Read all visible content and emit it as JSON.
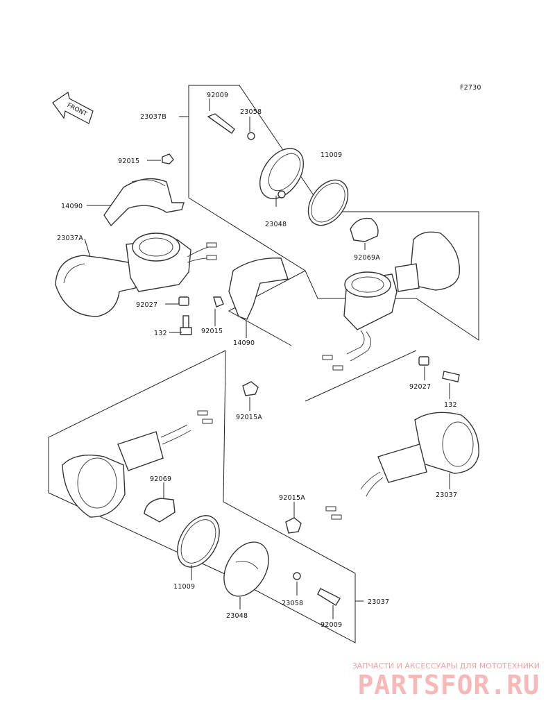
{
  "figure_code": "F2730",
  "front_label": "FRONT",
  "labels": {
    "l_92009_top": "92009",
    "l_23058_top": "23058",
    "l_23037B": "23037B",
    "l_11009_top": "11009",
    "l_92015_top": "92015",
    "l_14090_left": "14090",
    "l_23037A": "23037A",
    "l_23048_top": "23048",
    "l_92069A": "92069A",
    "l_92027_left": "92027",
    "l_132_left": "132",
    "l_92015_mid": "92015",
    "l_14090_mid": "14090",
    "l_92027_right": "92027",
    "l_132_right": "132",
    "l_92015A_left": "92015A",
    "l_92069": "92069",
    "l_23037_right": "23037",
    "l_92015A_right": "92015A",
    "l_11009_bottom": "11009",
    "l_23048_bottom": "23048",
    "l_23058_bottom": "23058",
    "l_92009_bottom": "92009",
    "l_23037_bottom": "23037"
  },
  "watermark": {
    "caption": "ЗАПЧАСТИ И АКСЕССУАРЫ ДЛЯ МОТОТЕХНИКИ",
    "logo": "PARTSFOR.RU"
  }
}
